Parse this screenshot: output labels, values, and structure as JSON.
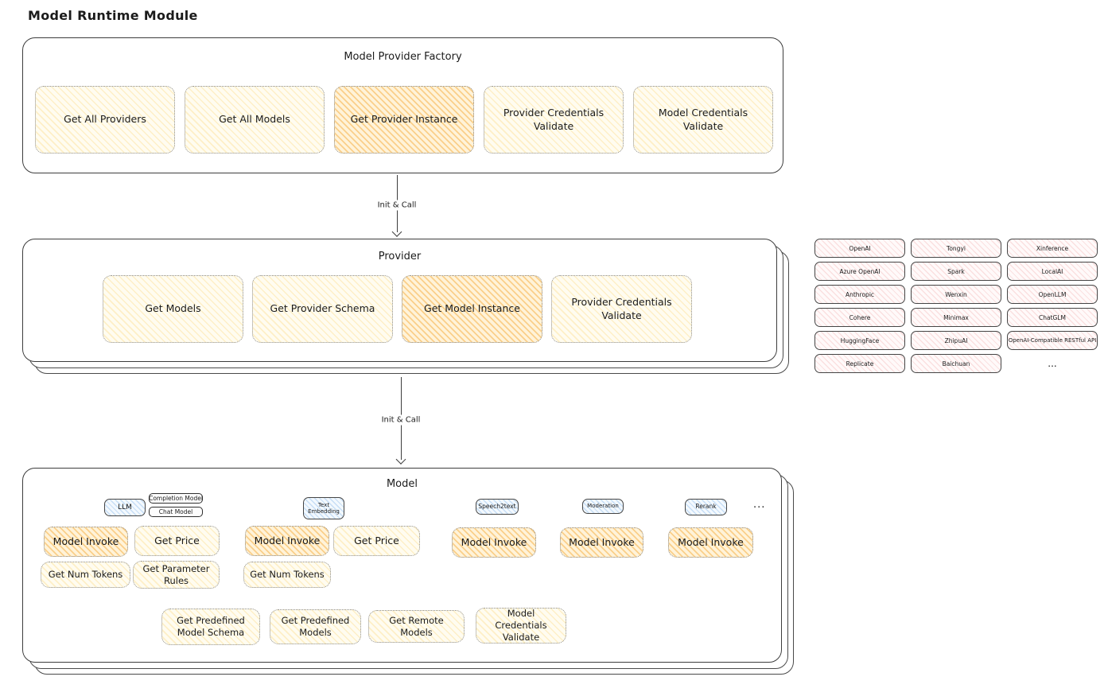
{
  "page_title": "Model Runtime Module",
  "palette": {
    "yellow_fill": "#fffcf0",
    "orange_fill": "#fff3d9",
    "pink_fill": "#fdeaea",
    "blue_fill": "#f3f9fe",
    "stroke": "#3d3d3d"
  },
  "factory": {
    "title": "Model Provider Factory",
    "buttons": [
      {
        "label": "Get All Providers",
        "highlighted": false
      },
      {
        "label": "Get All Models",
        "highlighted": false
      },
      {
        "label": "Get Provider Instance",
        "highlighted": true
      },
      {
        "label": "Provider Credentials Validate",
        "highlighted": false
      },
      {
        "label": "Model Credentials Validate",
        "highlighted": false
      }
    ]
  },
  "arrows": [
    {
      "label": "Init & Call"
    },
    {
      "label": "Init & Call"
    }
  ],
  "provider": {
    "title": "Provider",
    "buttons": [
      {
        "label": "Get Models",
        "highlighted": false
      },
      {
        "label": "Get Provider Schema",
        "highlighted": false
      },
      {
        "label": "Get Model Instance",
        "highlighted": true
      },
      {
        "label": "Provider Credentials Validate",
        "highlighted": false
      }
    ]
  },
  "providers": {
    "items": [
      "OpenAI",
      "Tongyi",
      "Xinference",
      "Azure OpenAI",
      "Spark",
      "LocalAI",
      "Anthropic",
      "Wenxin",
      "OpenLLM",
      "Cohere",
      "Minimax",
      "ChatGLM",
      "HuggingFace",
      "ZhipuAI",
      "OpenAI-Compatible RESTful API",
      "Replicate",
      "Baichuan"
    ],
    "more": "..."
  },
  "model": {
    "title": "Model",
    "tabs": [
      {
        "label": "LLM"
      },
      {
        "label": "Completion Model"
      },
      {
        "label": "Chat Model"
      },
      {
        "label": "Text Embedding"
      },
      {
        "label": "Speech2text"
      },
      {
        "label": "Moderation"
      },
      {
        "label": "Rerank"
      }
    ],
    "tabs_more": "...",
    "llm": {
      "invoke": "Model Invoke",
      "price": "Get Price",
      "tokens": "Get Num Tokens",
      "rules": "Get Parameter Rules"
    },
    "embedding": {
      "invoke": "Model Invoke",
      "price": "Get Price",
      "tokens": "Get Num Tokens"
    },
    "speech2text": {
      "invoke": "Model Invoke"
    },
    "moderation": {
      "invoke": "Model Invoke"
    },
    "rerank": {
      "invoke": "Model Invoke"
    },
    "bottom_buttons": [
      {
        "label": "Get Predefined Model Schema"
      },
      {
        "label": "Get Predefined Models"
      },
      {
        "label": "Get Remote Models"
      },
      {
        "label": "Model Credentials Validate"
      }
    ]
  }
}
